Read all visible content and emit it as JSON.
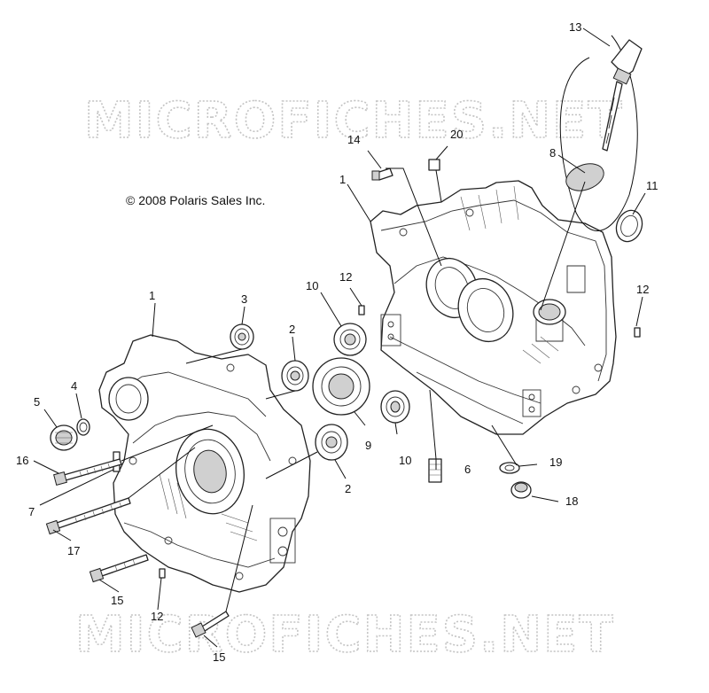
{
  "copyright": "© 2008 Polaris Sales Inc.",
  "watermark": "MICROFICHES.NET",
  "callouts": [
    {
      "id": "c13",
      "label": "13"
    },
    {
      "id": "c8",
      "label": "8"
    },
    {
      "id": "c11",
      "label": "11"
    },
    {
      "id": "c14",
      "label": "14"
    },
    {
      "id": "c20",
      "label": "20"
    },
    {
      "id": "c1a",
      "label": "1"
    },
    {
      "id": "c1b",
      "label": "1"
    },
    {
      "id": "c12a",
      "label": "12"
    },
    {
      "id": "c12b",
      "label": "12"
    },
    {
      "id": "c12c",
      "label": "12"
    },
    {
      "id": "c10a",
      "label": "10"
    },
    {
      "id": "c10b",
      "label": "10"
    },
    {
      "id": "c3",
      "label": "3"
    },
    {
      "id": "c2a",
      "label": "2"
    },
    {
      "id": "c2b",
      "label": "2"
    },
    {
      "id": "c4",
      "label": "4"
    },
    {
      "id": "c5",
      "label": "5"
    },
    {
      "id": "c16",
      "label": "16"
    },
    {
      "id": "c7",
      "label": "7"
    },
    {
      "id": "c17",
      "label": "17"
    },
    {
      "id": "c15a",
      "label": "15"
    },
    {
      "id": "c15b",
      "label": "15"
    },
    {
      "id": "c9",
      "label": "9"
    },
    {
      "id": "c6",
      "label": "6"
    },
    {
      "id": "c19",
      "label": "19"
    },
    {
      "id": "c18",
      "label": "18"
    }
  ]
}
